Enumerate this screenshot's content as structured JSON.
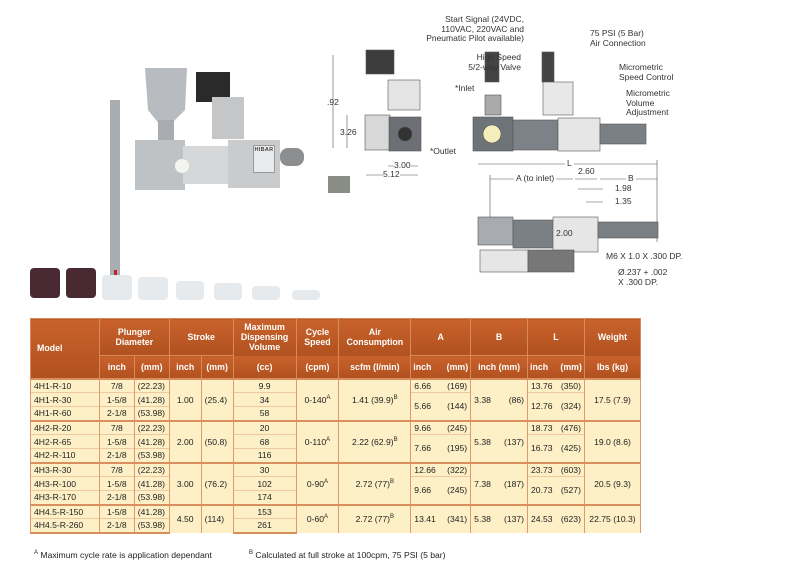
{
  "diagram": {
    "start_signal": [
      "Start Signal (24VDC,",
      "110VAC, 220VAC and",
      "Pneumatic Pilot available)"
    ],
    "air_connection": [
      "75 PSI (5 Bar)",
      "Air Connection"
    ],
    "valve": [
      "High Speed",
      "5/2-way Valve"
    ],
    "speed_control": [
      "Micrometric",
      "Speed Control"
    ],
    "volume_adjustment": [
      "Micrometric",
      "Volume",
      "Adjustment"
    ],
    "inlet": "*Inlet",
    "outlet": "*Outlet",
    "dim_height": ".92",
    "dim_326": "3.26",
    "dim_300": "3.00",
    "dim_512": "5.12",
    "dim_L": "L",
    "dim_A": "A (to inlet)",
    "dim_260": "2.60",
    "dim_B": "B",
    "dim_198": "1.98",
    "dim_135": "1.35",
    "dim_200": "2.00",
    "thread": "M6 X 1.0 X .300 DP.",
    "bore": [
      "Ø.237 + .002",
      "X .300 DP."
    ]
  },
  "photo": {
    "brand": "HIBAR"
  },
  "table": {
    "headers": {
      "model": "Model",
      "plunger": "Plunger Diameter",
      "stroke": "Stroke",
      "volume": "Maximum Dispensing Volume",
      "cycle": "Cycle Speed",
      "air": "Air Consumption",
      "a": "A",
      "b": "B",
      "l": "L",
      "weight": "Weight"
    },
    "units": {
      "inch": "inch",
      "mm": "(mm)",
      "cc": "(cc)",
      "cpm": "(cpm)",
      "air": "scfm (l/min)",
      "b": "inch (mm)",
      "weight": "lbs  (kg)"
    },
    "rows": [
      {
        "model": "4H1-R-10",
        "pin": "7/8",
        "pmm": "(22.23)",
        "vol": "9.9"
      },
      {
        "model": "4H1-R-30",
        "pin": "1-5/8",
        "pmm": "(41.28)",
        "vol": "34"
      },
      {
        "model": "4H1-R-60",
        "pin": "2-1/8",
        "pmm": "(53.98)",
        "vol": "58"
      },
      {
        "model": "4H2-R-20",
        "pin": "7/8",
        "pmm": "(22.23)",
        "vol": "20"
      },
      {
        "model": "4H2-R-65",
        "pin": "1-5/8",
        "pmm": "(41.28)",
        "vol": "68"
      },
      {
        "model": "4H2-R-110",
        "pin": "2-1/8",
        "pmm": "(53.98)",
        "vol": "116"
      },
      {
        "model": "4H3-R-30",
        "pin": "7/8",
        "pmm": "(22.23)",
        "vol": "30"
      },
      {
        "model": "4H3-R-100",
        "pin": "1-5/8",
        "pmm": "(41.28)",
        "vol": "102"
      },
      {
        "model": "4H3-R-170",
        "pin": "2-1/8",
        "pmm": "(53.98)",
        "vol": "174"
      },
      {
        "model": "4H4.5-R-150",
        "pin": "1-5/8",
        "pmm": "(41.28)",
        "vol": "153"
      },
      {
        "model": "4H4.5-R-260",
        "pin": "2-1/8",
        "pmm": "(53.98)",
        "vol": "261"
      }
    ],
    "groups": [
      {
        "stroke_in": "1.00",
        "stroke_mm": "(25.4)",
        "cycle": "0-140",
        "air": "1.41 (39.9)",
        "a1": [
          "6.66",
          "(169)"
        ],
        "a2": [
          "5.66",
          "(144)"
        ],
        "b": [
          "3.38",
          "(86)"
        ],
        "l1": [
          "13.76",
          "(350)"
        ],
        "l2": [
          "12.76",
          "(324)"
        ],
        "weight": "17.5 (7.9)"
      },
      {
        "stroke_in": "2.00",
        "stroke_mm": "(50.8)",
        "cycle": "0-110",
        "air": "2.22 (62.9)",
        "a1": [
          "9.66",
          "(245)"
        ],
        "a2": [
          "7.66",
          "(195)"
        ],
        "b": [
          "5.38",
          "(137)"
        ],
        "l1": [
          "18.73",
          "(476)"
        ],
        "l2": [
          "16.73",
          "(425)"
        ],
        "weight": "19.0 (8.6)"
      },
      {
        "stroke_in": "3.00",
        "stroke_mm": "(76.2)",
        "cycle": "0-90",
        "air": "2.72 (77)",
        "a1": [
          "12.66",
          "(322)"
        ],
        "a2": [
          "9.66",
          "(245)"
        ],
        "b": [
          "7.38",
          "(187)"
        ],
        "l1": [
          "23.73",
          "(603)"
        ],
        "l2": [
          "20.73",
          "(527)"
        ],
        "weight": "20.5 (9.3)"
      },
      {
        "stroke_in": "4.50",
        "stroke_mm": "(114)",
        "cycle": "0-60",
        "air": "2.72 (77)",
        "a1": [
          "13.41",
          "(341)"
        ],
        "b": [
          "5.38",
          "(137)"
        ],
        "l1": [
          "24.53",
          "(623)"
        ],
        "weight": "22.75 (10.3)"
      }
    ],
    "sup_a": "A",
    "sup_b": "B"
  },
  "footnotes": {
    "a_mark": "A",
    "a_text": "Maximum cycle rate is application dependant",
    "b_mark": "B",
    "b_text": "Calculated at full stroke at 100cpm, 75 PSI (5 bar)"
  }
}
